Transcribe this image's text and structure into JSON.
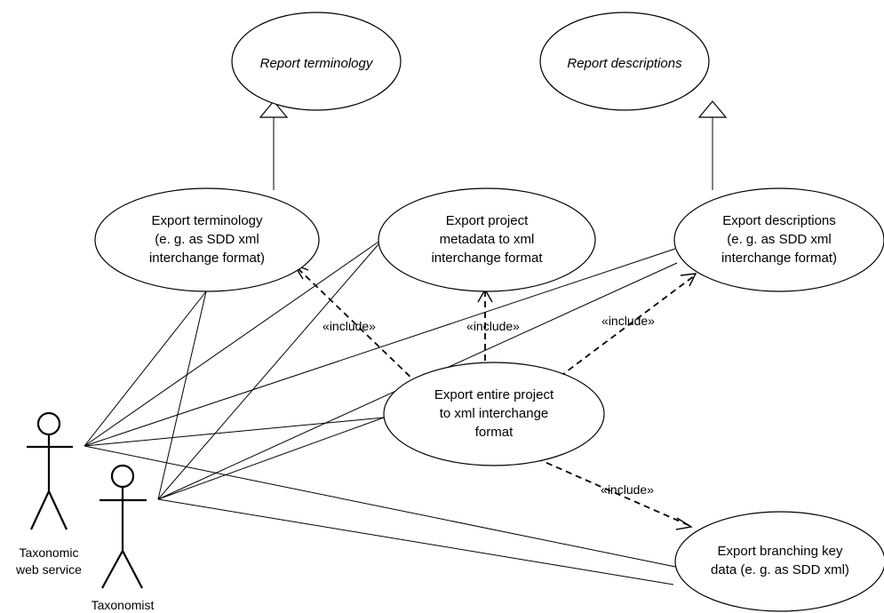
{
  "use_cases": {
    "report_terminology": [
      "Report terminology"
    ],
    "report_descriptions": [
      "Report descriptions"
    ],
    "export_terminology": [
      "Export terminology",
      "(e. g. as SDD xml",
      "interchange format)"
    ],
    "export_metadata": [
      "Export project",
      "metadata to xml",
      "interchange format"
    ],
    "export_descriptions": [
      "Export descriptions",
      "(e. g. as SDD xml",
      "interchange format)"
    ],
    "export_entire": [
      "Export entire project",
      "to xml interchange",
      "format"
    ],
    "export_branching": [
      "Export branching key",
      "data (e. g. as SDD xml)"
    ]
  },
  "include_label": "«include»",
  "actors": {
    "web_service": [
      "Taxonomic",
      "web service"
    ],
    "taxonomist": [
      "Taxonomist"
    ]
  }
}
